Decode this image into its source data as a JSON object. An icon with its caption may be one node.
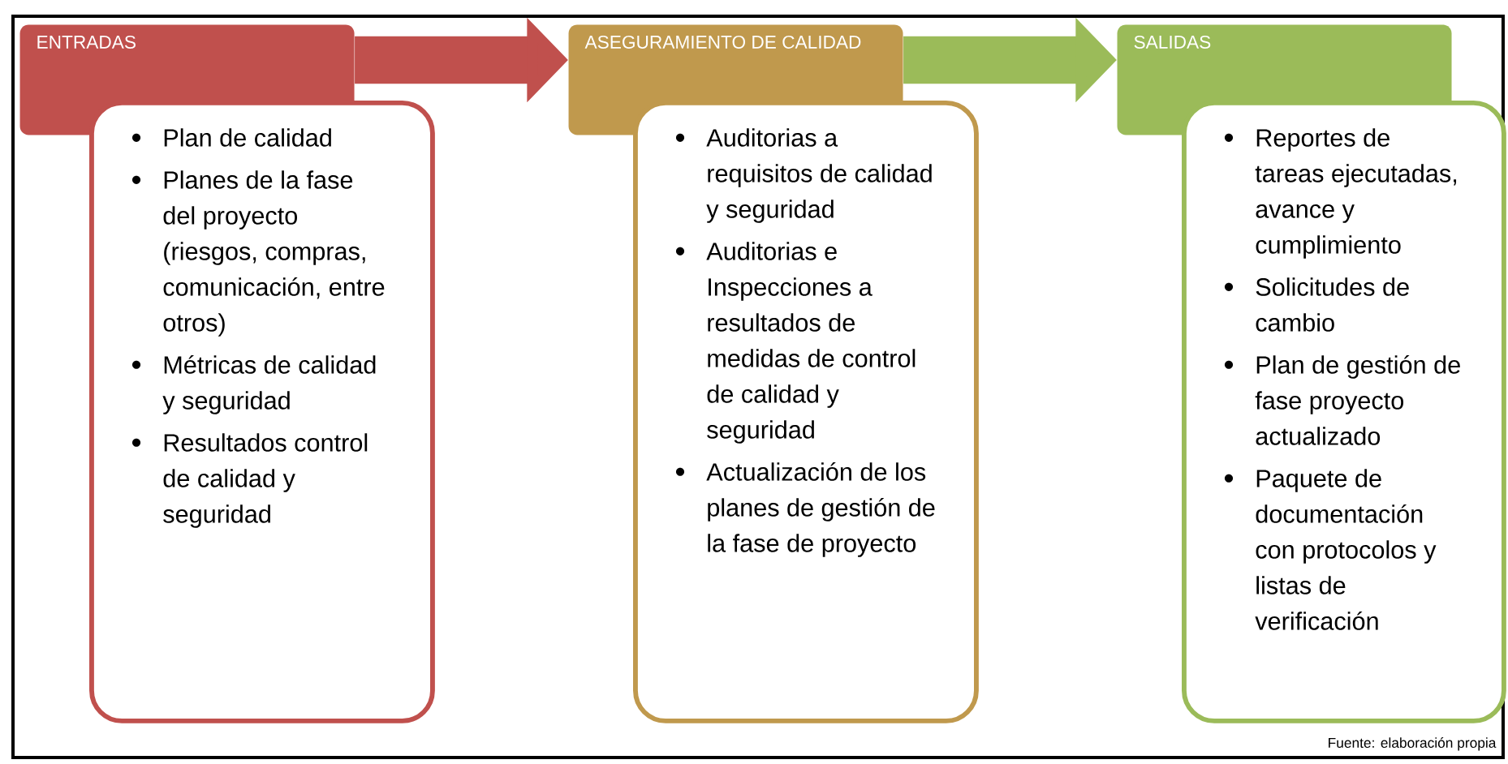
{
  "diagram": {
    "nodes": [
      {
        "text": [
          "ENTRADAS"
        ]
      },
      {
        "text": [
          "Plan de calidad",
          "Planes de la fase del proyecto (riesgos, compras, comunicación, entre otros)",
          "Métricas de calidad y seguridad",
          "Resultados control de calidad y seguridad"
        ]
      },
      {
        "text": [
          "ASEGURAMIENTO DE CALIDAD"
        ]
      },
      {
        "text": [
          "Auditorias a requisitos de calidad y seguridad",
          "Auditorias e Inspecciones a resultados de medidas de control de calidad y seguridad",
          "Actualización de los planes de gestión de la fase de proyecto"
        ]
      },
      {
        "text": [
          "SALIDAS"
        ]
      },
      {
        "text": [
          "Reportes de tareas ejecutadas, avance y cumplimiento",
          "Solicitudes de cambio",
          "Plan de gestión de fase proyecto actualizado",
          "Paquete de documentación con protocolos y listas de verificación"
        ]
      }
    ],
    "edges": [
      {
        "from": 0,
        "to": 2,
        "arrow": "to",
        "color": "#c0504d"
      },
      {
        "from": 2,
        "to": 4,
        "arrow": "to",
        "color": "#9bbb59"
      }
    ],
    "labels": [
      "Fuente: elaboración propia"
    ]
  }
}
